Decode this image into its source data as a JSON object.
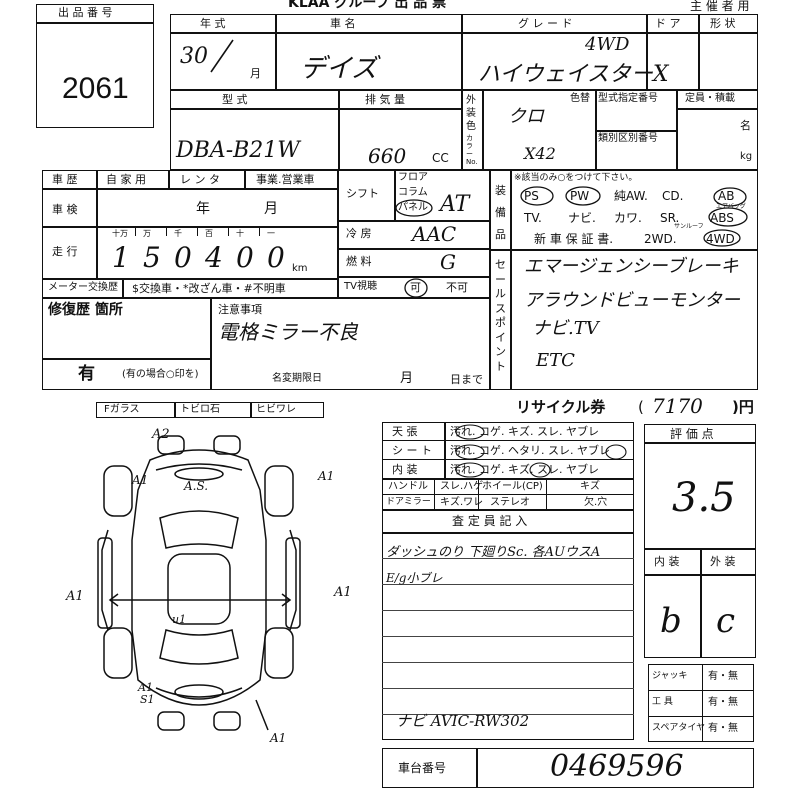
{
  "header": {
    "title": "KLAA グループ 出 品 票",
    "exhibit_no_label": "出 品 番 号",
    "exhibit_no": "2061",
    "owner_label": "主 催 者 用"
  },
  "top_row": {
    "year_label": "年 式",
    "car_name_label": "車 名",
    "grade_label": "グ レ ー ド",
    "door_label": "ド ア",
    "shape_label": "形 状",
    "year_value": "30",
    "month_label": "月",
    "car_name_value": "デイズ",
    "grade_value": "ハイウェイスターX",
    "drive_value": "4WD"
  },
  "second_row": {
    "model_label": "型 式",
    "model_value": "DBA-B21W",
    "displacement_label": "排 気 量",
    "displacement_value": "660",
    "cc_label": "CC",
    "exterior_color_label": "外装色",
    "color_no_label": "カラーNo.",
    "color_change_label": "色替",
    "color_value": "クロ",
    "color_no_value": "X42",
    "type_designation_label": "型式指定番号",
    "category_label": "類別区別番号",
    "capacity_label": "定員・積載",
    "persons_unit": "名",
    "kg_unit": "kg"
  },
  "history": {
    "history_label": "車 歴",
    "private_label": "自 家 用",
    "rental_label": "レ ン タ",
    "business_label": "事業.営業車",
    "inspection_label": "車 検",
    "year_label": "年",
    "month_label": "月",
    "mileage_label": "走 行",
    "mileage_units": [
      "十万",
      "万",
      "千",
      "百",
      "十",
      "一"
    ],
    "mileage_digits": [
      "1",
      "5",
      "0",
      "4",
      "0",
      "0"
    ],
    "km_label": "km",
    "meter_label": "メーター交換歴",
    "meter_options": "$交換車・*改ざん車・#不明車"
  },
  "shift": {
    "shift_label": "シフト",
    "floor_label": "フロア",
    "column_label": "コラム",
    "panel_label": "パネル",
    "shift_value": "AT",
    "ac_label": "冷 房",
    "ac_value": "AAC",
    "fuel_label": "燃 料",
    "fuel_value": "G",
    "tv_label": "TV視聴",
    "tv_yes": "可",
    "tv_no": "不可"
  },
  "equipment": {
    "label": "装備品",
    "note": "※該当のみ○をつけて下さい。",
    "row1": [
      "PS",
      "PW",
      "純AW.",
      "CD.",
      "AB"
    ],
    "ab_note": "エアバッグ",
    "row2": [
      "TV.",
      "ナビ.",
      "カワ.",
      "SR.",
      "ABS"
    ],
    "sr_note": "サンルーフ",
    "row3": [
      "新 車 保 証 書.",
      "2WD.",
      "4WD"
    ]
  },
  "sales_point": {
    "label": "セールスポイント",
    "lines": [
      "エマージェンシーブレーキ",
      "アラウンドビューモンター",
      "ナビ.TV",
      "ETC"
    ]
  },
  "repair": {
    "label": "修復歴 箇所",
    "value": "有",
    "note": "(有の場合○印を)",
    "caution_label": "注意事項",
    "caution_value": "電格ミラー不良",
    "name_change_label": "名変期限日",
    "month_label": "月",
    "day_label": "日まで"
  },
  "glass": {
    "items": [
      "Fガラス",
      "トビロ石",
      "ヒビワレ"
    ]
  },
  "recycle": {
    "label": "リサイクル券",
    "value": "7170",
    "unit": ")円",
    "open_paren": "("
  },
  "interior_grid": {
    "rows": [
      {
        "label": "天 張",
        "options": "汚れ. コゲ. キズ. スレ. ヤブレ"
      },
      {
        "label": "シ ー ト",
        "options": "汚れ. コゲ. ヘタリ. スレ. ヤブレ"
      },
      {
        "label": "内 装",
        "options": "汚れ. コゲ. キズ. スレ. ヤブレ"
      }
    ],
    "handle_label": "ハンドル",
    "handle_options": "スレ.ハゲ",
    "wheel_label": "ホイール(CP)",
    "wheel_options": "キズ",
    "mirror_label": "ドアミラー",
    "mirror_options": "キズ.ワレ",
    "stereo_label": "ステレオ",
    "stereo_options": "欠.穴"
  },
  "inspector": {
    "label": "査 定 員 記 入",
    "line1": "ダッシュのり 下廻りSc. 各AUウスA",
    "line2": "E/g小ブレ",
    "line3": "ナビ AVIC-RW302"
  },
  "rating": {
    "label": "評 価 点",
    "value": "3.5",
    "interior_label": "内 装",
    "exterior_label": "外 装",
    "interior_value": "b",
    "exterior_value": "c"
  },
  "tools": [
    {
      "label": "ジャッキ",
      "value": "有・無"
    },
    {
      "label": "工 具",
      "value": "有・無"
    },
    {
      "label": "スペアタイヤ",
      "value": "有・無"
    }
  ],
  "chassis": {
    "label": "車台番号",
    "value": "0469596"
  },
  "diagram_marks": {
    "top": "A2",
    "top_inner": "A.S.",
    "left_upper": "A1",
    "right_upper": "A1",
    "left_mid": "A1",
    "right_mid": "A1",
    "center": "u1",
    "left_lower": "A1",
    "left_lower2": "S1",
    "bottom": "A1"
  }
}
